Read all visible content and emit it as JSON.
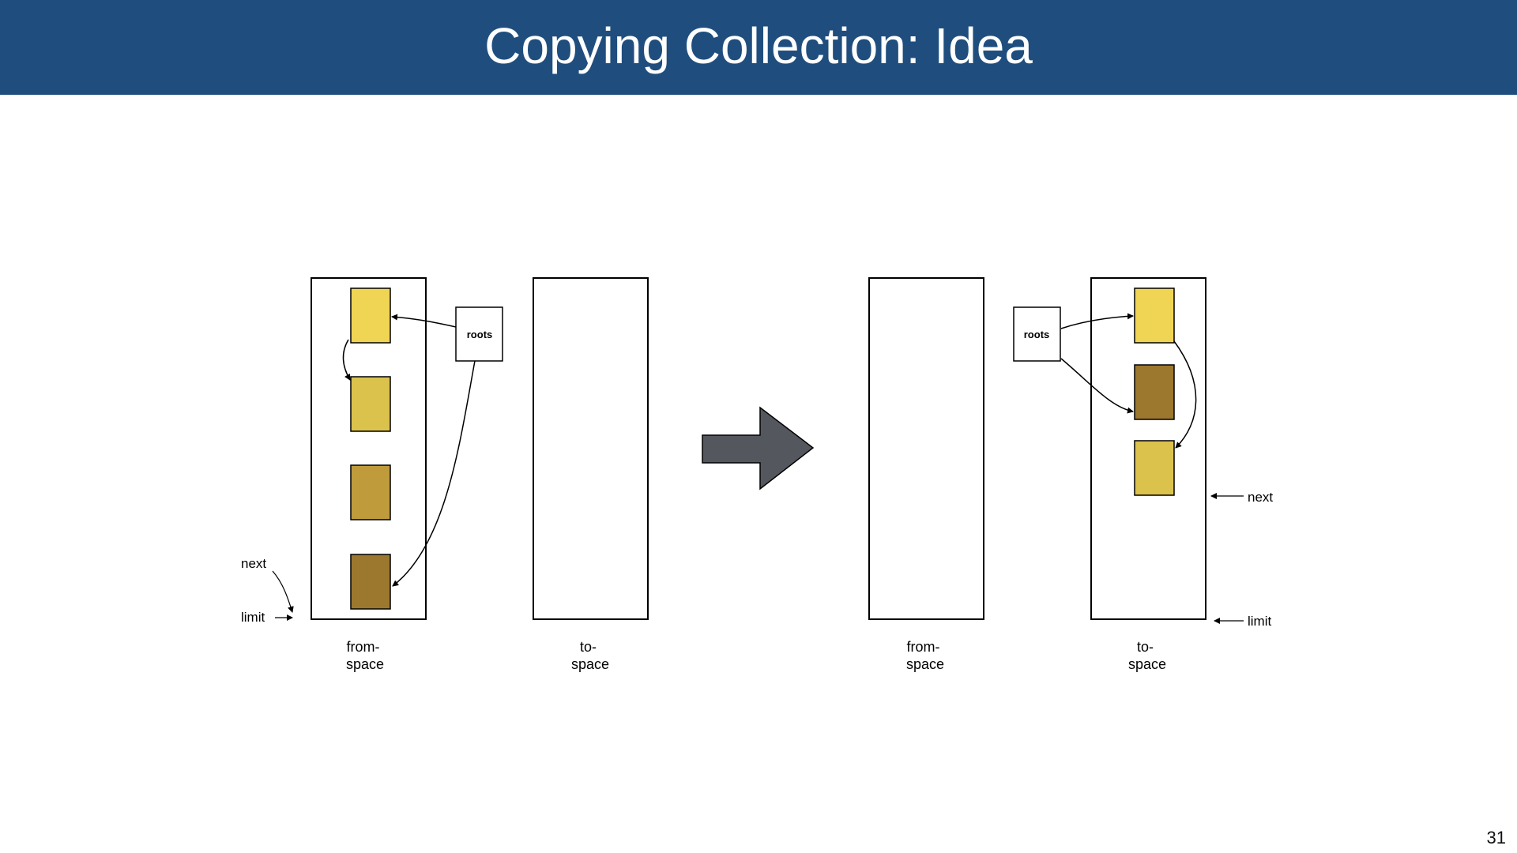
{
  "slide": {
    "title": "Copying Collection: Idea",
    "page_number": "31"
  },
  "colors": {
    "title_bar": "#1f4e7e",
    "big_arrow": "#54575d"
  },
  "before": {
    "roots_label": "roots",
    "from_space_label": [
      "from-",
      "space"
    ],
    "to_space_label": [
      "to-",
      "space"
    ],
    "next_label": "next",
    "limit_label": "limit",
    "objects": [
      {
        "color": "#f0d454"
      },
      {
        "color": "#dbc24c"
      },
      {
        "color": "#bf9b3c"
      },
      {
        "color": "#9c772e"
      }
    ]
  },
  "after": {
    "roots_label": "roots",
    "from_space_label": [
      "from-",
      "space"
    ],
    "to_space_label": [
      "to-",
      "space"
    ],
    "next_label": "next",
    "limit_label": "limit",
    "objects": [
      {
        "color": "#f0d454"
      },
      {
        "color": "#9c772e"
      },
      {
        "color": "#dbc24c"
      }
    ]
  }
}
